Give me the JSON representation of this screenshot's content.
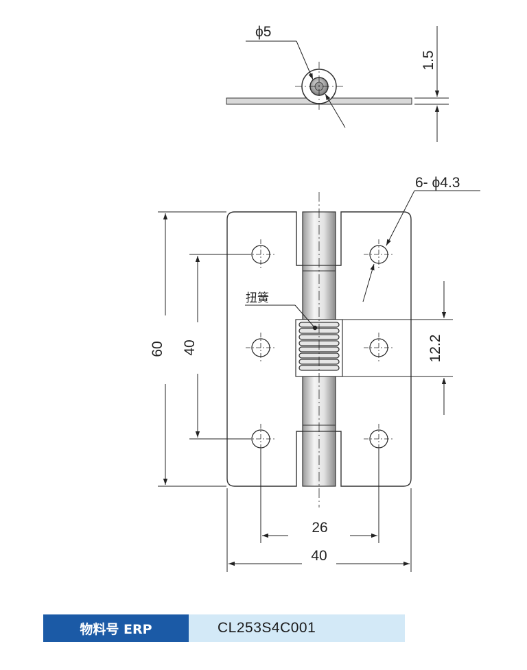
{
  "top_view": {
    "pin_diameter": "ϕ5",
    "thickness": "1.5"
  },
  "front_view": {
    "holes": "6- ϕ4.3",
    "spring_label": "扭簧",
    "height_total": "60",
    "hole_spacing_vertical": "40",
    "spring_length": "12.2",
    "hole_spacing_horizontal": "26",
    "width_total": "40"
  },
  "erp": {
    "label": "物料号 ERP",
    "value": "CL253S4C001"
  },
  "colors": {
    "line": "#222222",
    "erp_label_bg": "#1b5aa6",
    "erp_value_bg": "#d3e9f7"
  }
}
